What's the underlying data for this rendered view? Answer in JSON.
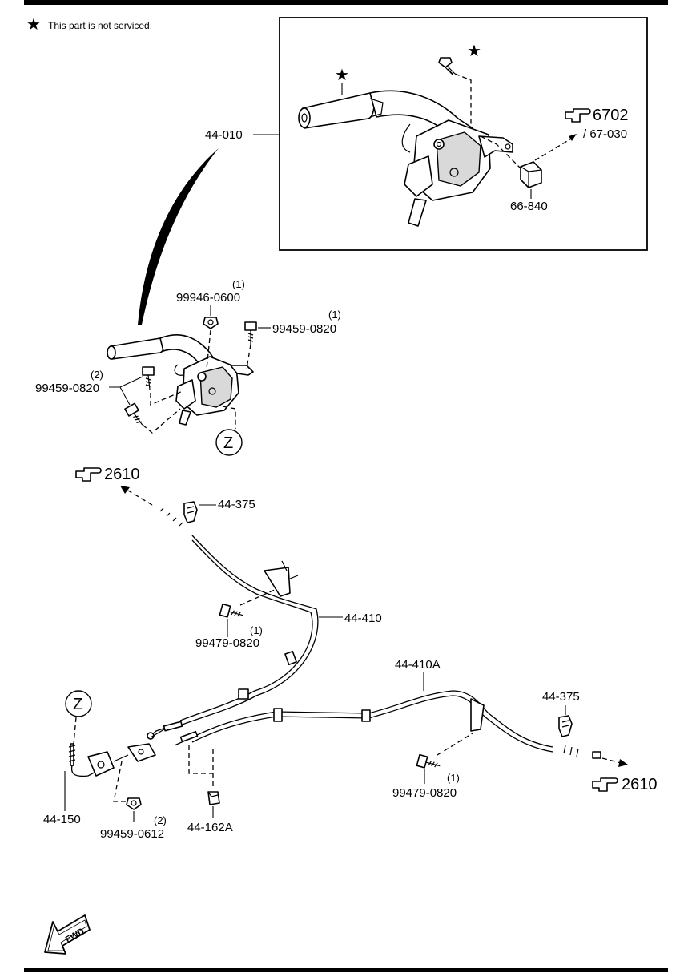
{
  "legend": {
    "star_symbol": "★",
    "note": "This part is not serviced."
  },
  "parts": {
    "lever_assy": "44-010",
    "ref_6702": "6702",
    "ref_67_030": "/ 67-030",
    "switch": "66-840",
    "nut_top": "99946-0600",
    "nut_top_qty": "(1)",
    "bolt_right": "99459-0820",
    "bolt_right_qty": "(1)",
    "bolt_left": "99459-0820",
    "bolt_left_qty": "(2)",
    "detail_z": "Z",
    "ref_2610_top": "2610",
    "clip_top": "44-375",
    "front_cable": "44-410",
    "bolt_mid": "99479-0820",
    "bolt_mid_qty": "(1)",
    "rear_cable": "44-410A",
    "clip_right": "44-375",
    "bolt_right_lower": "99479-0820",
    "bolt_right_lower_qty": "(1)",
    "ref_2610_right": "2610",
    "detail_z_lower": "Z",
    "equalizer": "44-150",
    "nut_lower": "99459-0612",
    "nut_lower_qty": "(2)",
    "clip_lower": "44-162A",
    "fwd": "FWD"
  }
}
